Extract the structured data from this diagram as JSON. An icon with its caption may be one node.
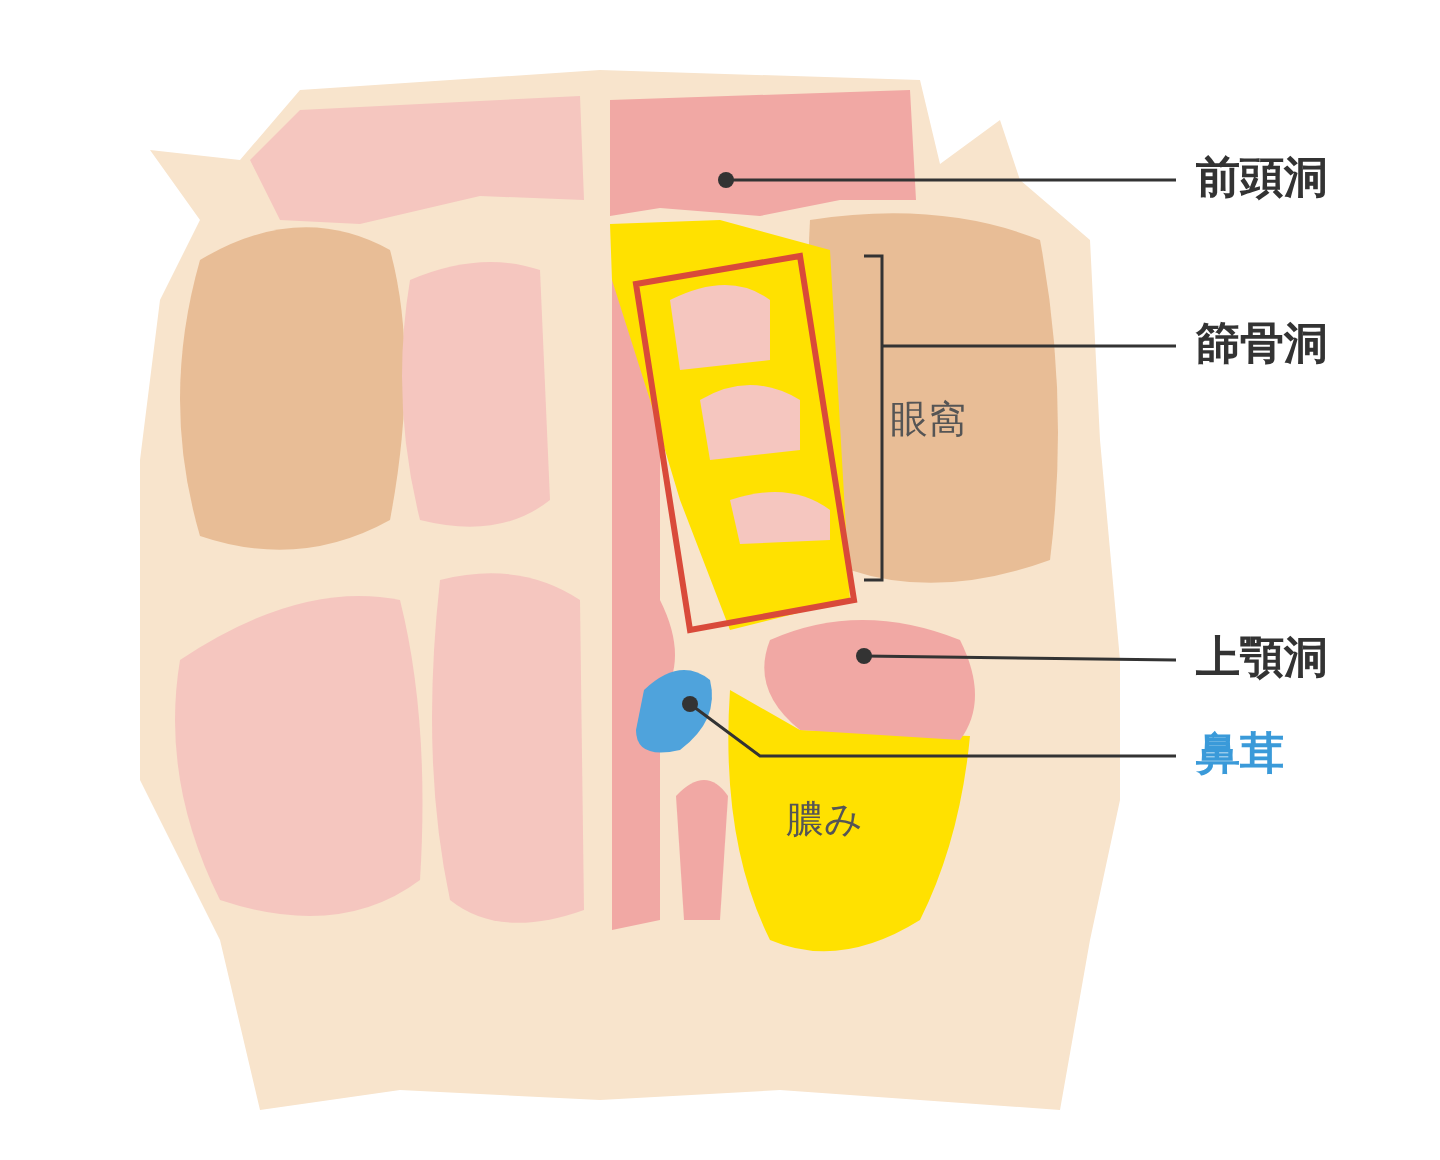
{
  "diagram": {
    "nodes": [
      {
        "text": [
          "前頭洞"
        ]
      },
      {
        "text": [
          "篩骨洞"
        ]
      },
      {
        "text": [
          "上顎洞"
        ]
      },
      {
        "text": [
          "鼻茸"
        ]
      },
      {
        "text": [],
        "shape": "blob"
      },
      {
        "text": [],
        "shape": "bracket"
      },
      {
        "text": [],
        "shape": "blob"
      },
      {
        "text": [],
        "shape": "blob"
      }
    ],
    "edges": [
      {
        "from": 0,
        "to": 4,
        "arrow": "other"
      },
      {
        "from": 1,
        "to": 5,
        "arrow": "none"
      },
      {
        "from": 2,
        "to": 6,
        "arrow": "other"
      },
      {
        "from": 3,
        "to": 7,
        "arrow": "other"
      }
    ],
    "labels": [
      "眼窩",
      "膿み"
    ]
  }
}
